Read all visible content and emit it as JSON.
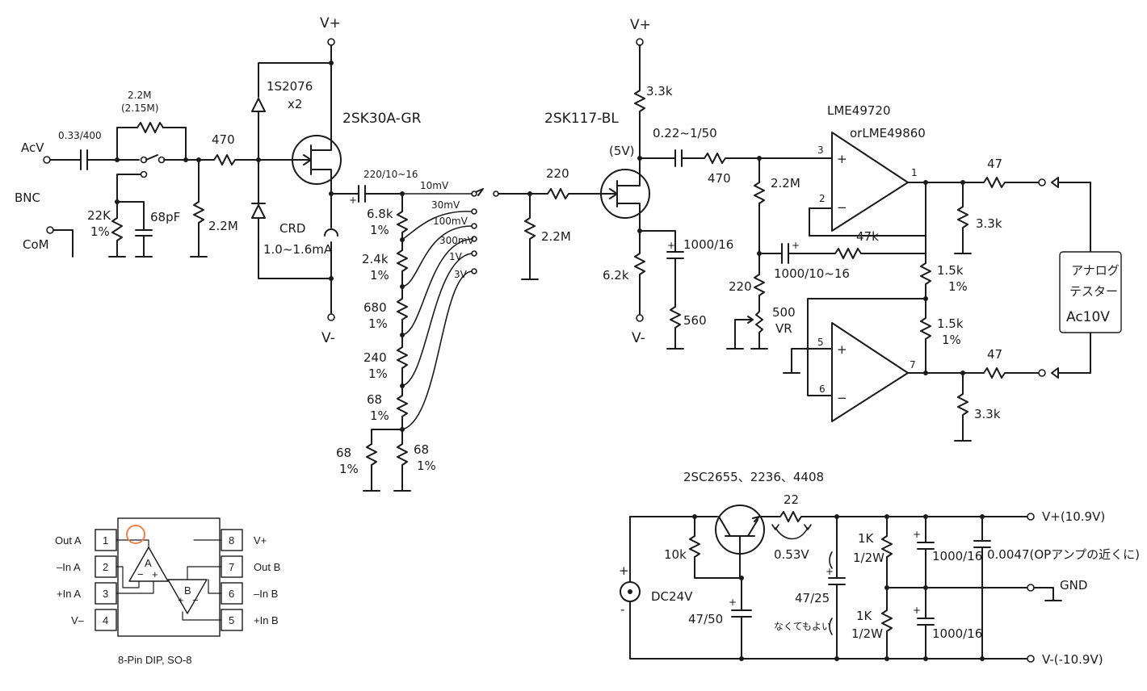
{
  "labels": {
    "acv": "AcV",
    "bnc": "BNC",
    "com": "CoM",
    "cap_in": "0.33/400",
    "r_2m2_top": "2.2M",
    "r_2m15": "(2.15M)",
    "r_470_in": "470",
    "r_22k": "22K",
    "r_22k_tol": "1%",
    "c_68pf": "68pF",
    "r_2m2_in": "2.2M",
    "diode": "1S2076",
    "diode_x2": "x2",
    "jfet1": "2SK30A-GR",
    "crd": "CRD",
    "crd_val": "1.0~1.6mA",
    "vplus1": "V+",
    "vminus1": "V-",
    "cap_220": "220/10~16",
    "jfet2": "2SK117-BL",
    "vplus2": "V+",
    "vminus2": "V-",
    "five_v": "(5V)",
    "r_3k3_d": "3.3k",
    "cap_022": "0.22~1/50",
    "r_470_2": "470",
    "r_220_gate": "220",
    "r_2m2_gate": "2.2M",
    "r_6k2": "6.2k",
    "cap_1000_16": "1000/16",
    "r_560": "560",
    "op_name": "LME49720",
    "op_alt": "orLME49860",
    "r_2m2_op": "2.2M",
    "cap_1000_10": "1000/10~16",
    "r_47k": "47k",
    "r_220_op": "220",
    "vr": "500",
    "vr2": "VR",
    "r_1k5a": "1.5k",
    "r_1k5a_tol": "1%",
    "r_1k5b": "1.5k",
    "r_1k5b_tol": "1%",
    "r_47_a": "47",
    "r_47_b": "47",
    "r_3k3_a": "3.3k",
    "r_3k3_b": "3.3k",
    "tester1": "アナログ",
    "tester2": "テスター",
    "tester3": "Ac10V",
    "pin1": "1",
    "pin2": "2",
    "pin3": "3",
    "pin5": "5",
    "pin6": "6",
    "pin7": "7",
    "range_10mv": "10mV",
    "range_30mv": "30mV",
    "range_100mv": "100mV",
    "range_300mv": "300mV",
    "range_1v": "1V",
    "range_3v": "3V",
    "r_6k8": "6.8k",
    "r_6k8_tol": "1%",
    "r_2k4": "2.4k",
    "r_2k4_tol": "1%",
    "r_680": "680",
    "r_680_tol": "1%",
    "r_240": "240",
    "r_240_tol": "1%",
    "r_68a": "68",
    "r_68a_tol": "1%",
    "r_68b": "68",
    "r_68b_tol": "1%",
    "r_68c": "68",
    "r_68c_tol": "1%",
    "ps_trans": "2SC2655、2236、4408",
    "ps_22": "22",
    "ps_053": "0.53V",
    "ps_10k": "10k",
    "ps_dc24": "DC24V",
    "ps_47_50": "47/50",
    "ps_47_25": "47/25",
    "ps_nakutemo": "なくてもよい",
    "ps_1k_a": "1K",
    "ps_1k_a_w": "1/2W",
    "ps_1k_b": "1K",
    "ps_1k_b_w": "1/2W",
    "ps_1000_a": "1000/16",
    "ps_1000_b": "1000/16",
    "ps_0047": "0.0047(OPアンプの近くに)",
    "ps_vplus": "V+(10.9V)",
    "ps_gnd": "GND",
    "ps_vminus": "V-(-10.9V)",
    "ps_plus": "+",
    "ps_minus": "-"
  },
  "pinout": {
    "caption": "8-Pin DIP, SO-8",
    "left_pins": [
      {
        "num": "1",
        "label": "Out A"
      },
      {
        "num": "2",
        "label": "–In A"
      },
      {
        "num": "3",
        "label": "+In A"
      },
      {
        "num": "4",
        "label": "V–"
      }
    ],
    "right_pins": [
      {
        "num": "8",
        "label": "V+"
      },
      {
        "num": "7",
        "label": "Out B"
      },
      {
        "num": "6",
        "label": "–In B"
      },
      {
        "num": "5",
        "label": "+In B"
      }
    ],
    "amp_a": "A",
    "amp_b": "B",
    "marker_color": "#e8834a"
  }
}
